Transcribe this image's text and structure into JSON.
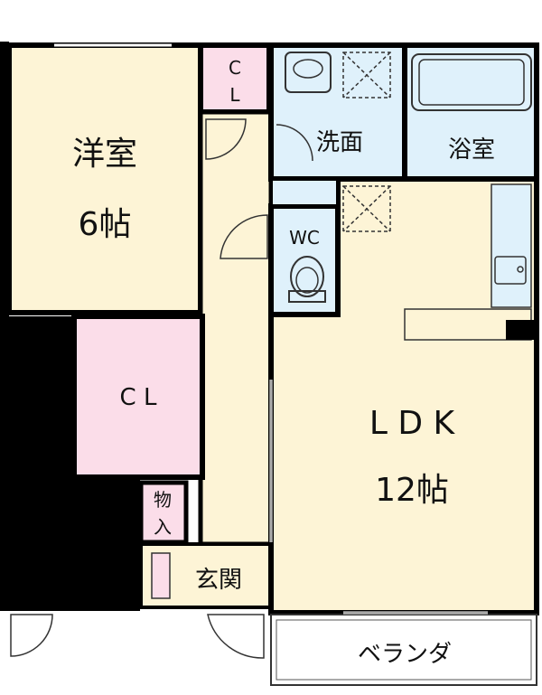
{
  "rooms": {
    "western_room": {
      "name": "洋室",
      "size": "6帖"
    },
    "closet_small": {
      "line1": "C",
      "line2": "L"
    },
    "closet_large": {
      "name": "C L"
    },
    "washroom": {
      "name": "洗面"
    },
    "bathroom": {
      "name": "浴室"
    },
    "toilet": {
      "name": "WC"
    },
    "ldk": {
      "name": "L D K",
      "size": "12帖"
    },
    "storage": {
      "line1": "物",
      "line2": "入"
    },
    "entrance": {
      "name": "玄関"
    },
    "balcony": {
      "name": "ベランダ"
    }
  },
  "colors": {
    "wall": "#000000",
    "western_room": "#fdf4d6",
    "ldk": "#fdf4d6",
    "corridor": "#fdf4d6",
    "closet": "#fbdde9",
    "wet_area": "#dff1fb",
    "balcony": "#ffffff"
  }
}
